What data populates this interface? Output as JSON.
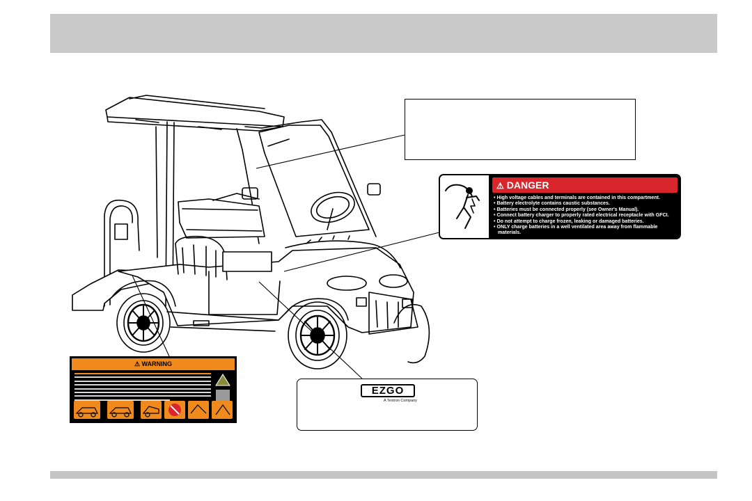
{
  "danger_label": {
    "heading": "DANGER",
    "lines": [
      "• High voltage cables and terminals are contained in this compartment.",
      "• Battery electrolyte contains caustic substances.",
      "• Batteries must be connected properly (see Owner's Manual).",
      "• Connect battery charger to properly rated electrical receptacle with GFCI.",
      "• Do not attempt to charge frozen, leaking or damaged batteries.",
      "• ONLY charge batteries in a well ventilated area away from flammable",
      "  materials."
    ]
  },
  "warning_label": {
    "heading": "WARNING"
  },
  "ezgo_label": {
    "logo_text": "EZGO",
    "tagline": "A Textron Company"
  },
  "colors": {
    "danger_red": "#d9262c",
    "warning_orange": "#f08a1c",
    "header_gray": "#c9c9c9"
  }
}
